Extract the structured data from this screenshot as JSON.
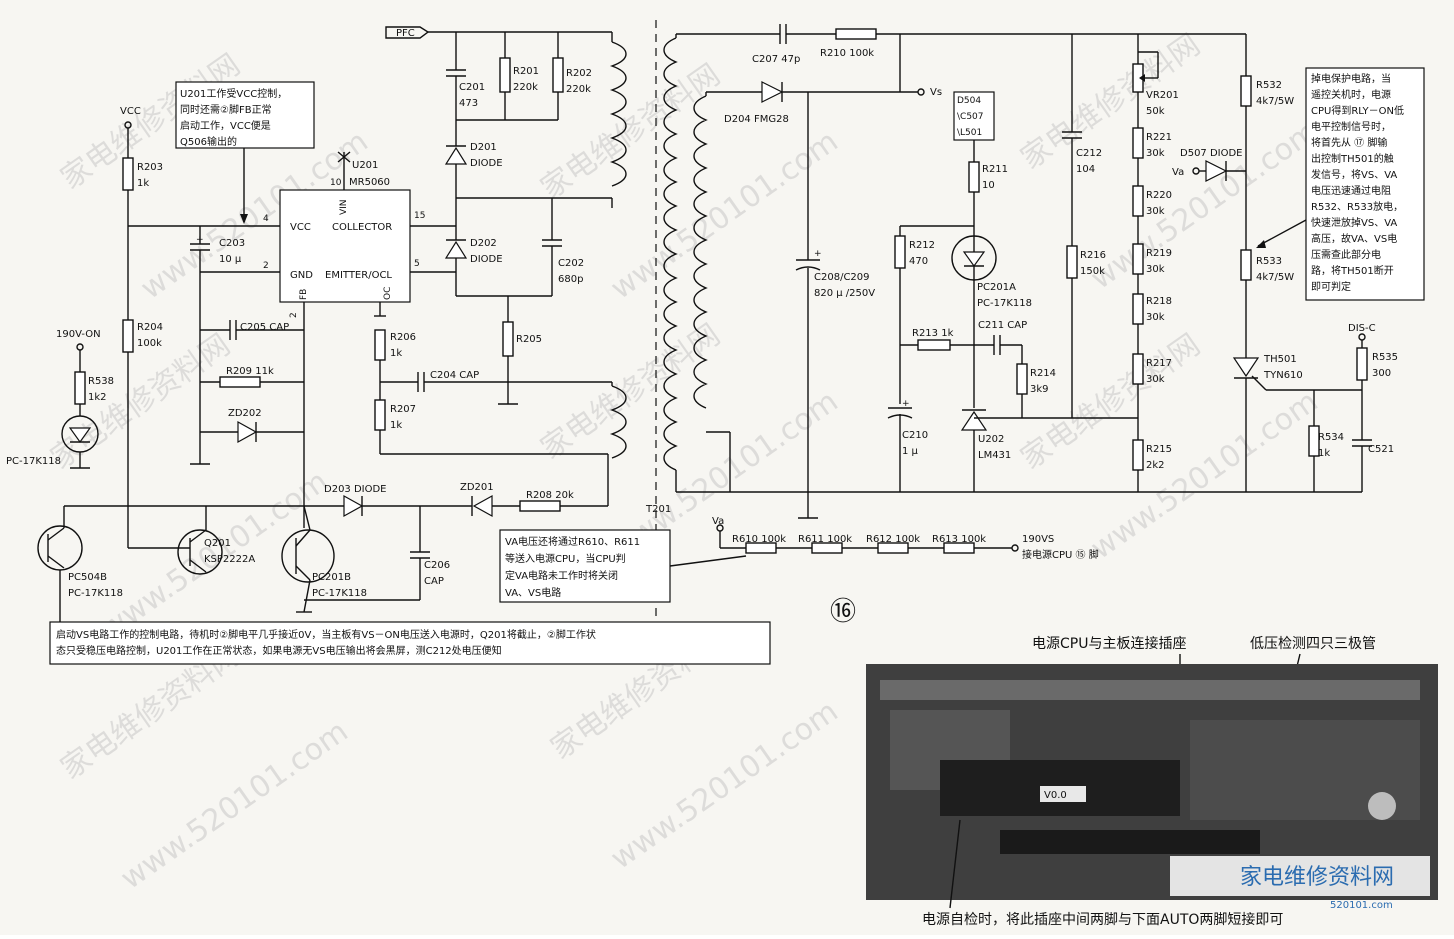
{
  "labels": {
    "pfc": "PFC",
    "vcc": "VCC",
    "vs": "Vs",
    "va_in": "Va",
    "va_bottom": "Va",
    "v190_on": "190V-ON",
    "dis_c": "DIS-C",
    "v190vs": "190VS",
    "cpu_pin": "接电源CPU ⑮ 脚",
    "t201": "T201",
    "fig_no": "⑯"
  },
  "components": {
    "r203": "R203",
    "r203v": "1k",
    "r204": "R204",
    "r204v": "100k",
    "r538": "R538",
    "r538v": "1k2",
    "pc_left": "PC-17K118",
    "c203": "C203",
    "c203v": "10 μ",
    "c205": "C205 CAP",
    "r209": "R209 11k",
    "zd202": "ZD202",
    "u201": "U201",
    "mr5060": "MR5060",
    "vin": "VIN",
    "vcc_pin": "VCC",
    "collector": "COLLECTOR",
    "gnd": "GND",
    "emitter": "EMITTER/OCL",
    "fb": "FB",
    "oc": "OC",
    "pin4": "4",
    "pin2": "2",
    "pin10": "10",
    "pin15": "15",
    "pin5": "5",
    "pin2b": "2",
    "c201": "C201",
    "c201v": "473",
    "r201": "R201",
    "r201v": "220k",
    "r202": "R202",
    "r202v": "220k",
    "d201": "D201",
    "d201v": "DIODE",
    "d202": "D202",
    "d202v": "DIODE",
    "c202": "C202",
    "c202v": "680p",
    "r206": "R206",
    "r206v": "1k",
    "r205": "R205",
    "c204": "C204 CAP",
    "r207": "R207",
    "r207v": "1k",
    "d203": "D203 DIODE",
    "zd201": "ZD201",
    "r208": "R208 20k",
    "c206": "C206",
    "c206v": "CAP",
    "q201": "Q201",
    "q201v": "KSP2222A",
    "pc201b": "PC201B",
    "pc201bv": "PC-17K118",
    "pc504b": "PC504B",
    "pc504bv": "PC-17K118",
    "c207": "C207 47p",
    "r210": "R210 100k",
    "d204": "D204 FMG28",
    "c208": "C208/C209",
    "c208v": "820 μ /250V",
    "d504": "D504",
    "c507": "\\C507",
    "l501": "\\L501",
    "r211": "R211",
    "r211v": "10",
    "r212": "R212",
    "r212v": "470",
    "pc201a": "PC201A",
    "pc201av": "PC-17K118",
    "r213": "R213 1k",
    "c211": "C211 CAP",
    "r214": "R214",
    "r214v": "3k9",
    "c210": "C210",
    "c210v": "1 μ",
    "u202": "U202",
    "u202v": "LM431",
    "c212": "C212",
    "c212v": "104",
    "r216": "R216",
    "r216v": "150k",
    "vr201": "VR201",
    "vr201v": "50k",
    "r221": "R221",
    "r221v": "30k",
    "r220": "R220",
    "r220v": "30k",
    "r219": "R219",
    "r219v": "30k",
    "r218": "R218",
    "r218v": "30k",
    "r217": "R217",
    "r217v": "30k",
    "r215": "R215",
    "r215v": "2k2",
    "d507": "D507 DIODE",
    "r532": "R532",
    "r532v": "4k7/5W",
    "r533": "R533",
    "r533v": "4k7/5W",
    "th501": "TH501",
    "th501v": "TYN610",
    "r534": "R534",
    "r534v": "1k",
    "c521": "C521",
    "r535": "R535",
    "r535v": "300",
    "r610": "R610  100k",
    "r611": "R611  100k",
    "r612": "R612  100k",
    "r613": "R613  100k"
  },
  "notes": {
    "u201_note": [
      "U201工作受VCC控制，",
      "同时还需②脚FB正常",
      "启动工作，VCC便是",
      "Q506输出的"
    ],
    "va_note": [
      "VA电压还将通过R610、R611",
      "等送入电源CPU，当CPU判",
      "定VA电路未工作时将关闭",
      "VA、VS电路"
    ],
    "bottom_note": [
      "启动VS电路工作的控制电路，待机时②脚电平几乎接近0V，当主板有VS－ON电压送入电源时，Q201将截止，②脚工作状",
      "态只受稳压电路控制，U201工作在正常状态，如果电源无VS电压输出将会黑屏，测C212处电压便知"
    ],
    "right_note": [
      "掉电保护电路，当",
      "遥控关机时，电源",
      "CPU得到RLY－ON低",
      "电平控制信号时，",
      "将首先从 ⑰ 脚输",
      "出控制TH501的触",
      "发信号，将VS、VA",
      "电压迅速通过电阻",
      "R532、R533放电，",
      "快速泄放掉VS、VA",
      "高压，故VA、VS电",
      "压需查此部分电",
      "路，将TH501断开",
      "即可判定"
    ]
  },
  "photo": {
    "caption_top_left": "电源CPU与主板连接插座",
    "caption_top_right": "低压检测四只三极管",
    "caption_bottom": "电源自检时，将此插座中间两脚与下面AUTO两脚短接即可",
    "chip_label": "V0.0"
  },
  "watermarks": {
    "text_cn": "家电维修资料网",
    "text_url": "www.520101.com",
    "logo_text": "家电维修资料网",
    "logo_url": "520101.com"
  }
}
